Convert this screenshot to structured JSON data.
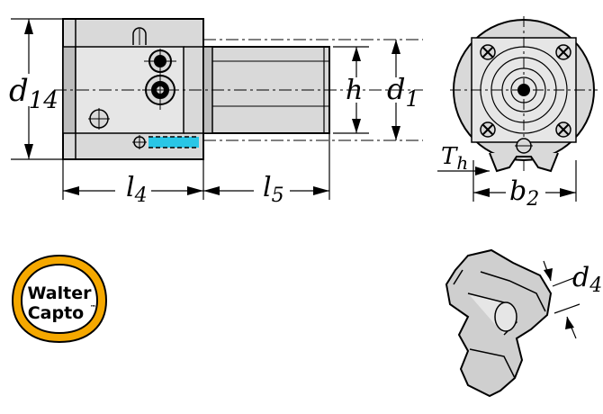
{
  "labels": {
    "d14": {
      "main": "d",
      "sub": "14"
    },
    "h": {
      "main": "h"
    },
    "d1": {
      "main": "d",
      "sub": "1"
    },
    "l4": {
      "main": "l",
      "sub": "4"
    },
    "l5": {
      "main": "l",
      "sub": "5"
    },
    "Th": {
      "main": "T",
      "sub": "h"
    },
    "b2": {
      "main": "b",
      "sub": "2"
    },
    "d4": {
      "main": "d",
      "sub": "4"
    }
  },
  "logo": {
    "line1": "Walter",
    "line2": "Capto",
    "tm": "™"
  },
  "colors": {
    "line": "#000000",
    "fill": "#d9d9d9",
    "fill_dark": "#bdbdbd",
    "highlight": "#29c6e6",
    "logo_ring": "#f5a800"
  }
}
